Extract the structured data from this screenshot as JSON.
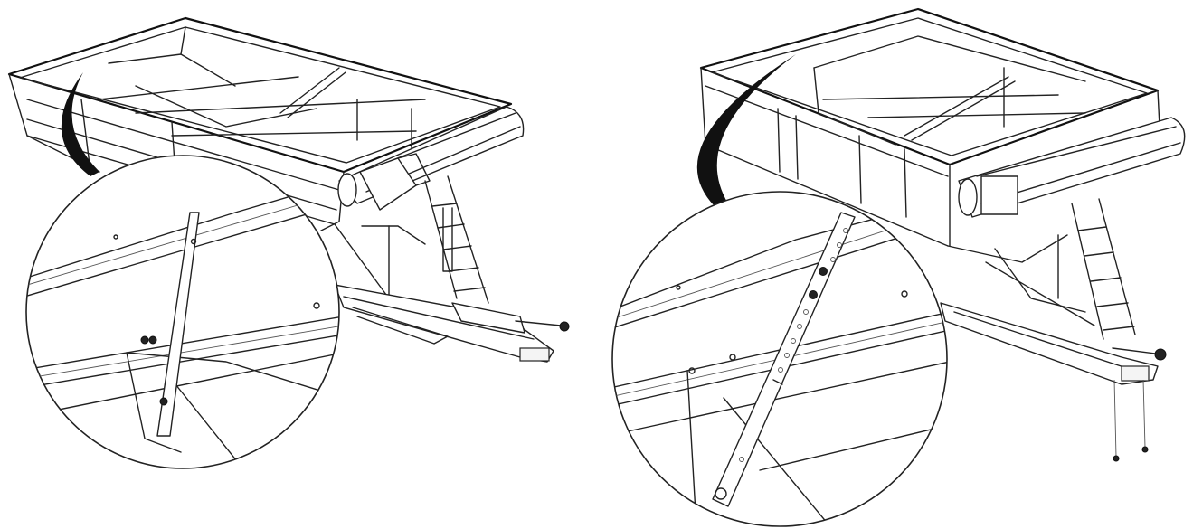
{
  "figure": {
    "panels": [
      {
        "name": "panel-left",
        "subject": "grain-cart",
        "detail": "inlay-strap-detail"
      },
      {
        "name": "panel-right",
        "subject": "grain-cart-with-extension",
        "detail": "extension-strap-detail"
      }
    ],
    "colors": {
      "line": "#222222",
      "background": "#ffffff",
      "callout-arrow": "#111111"
    }
  }
}
